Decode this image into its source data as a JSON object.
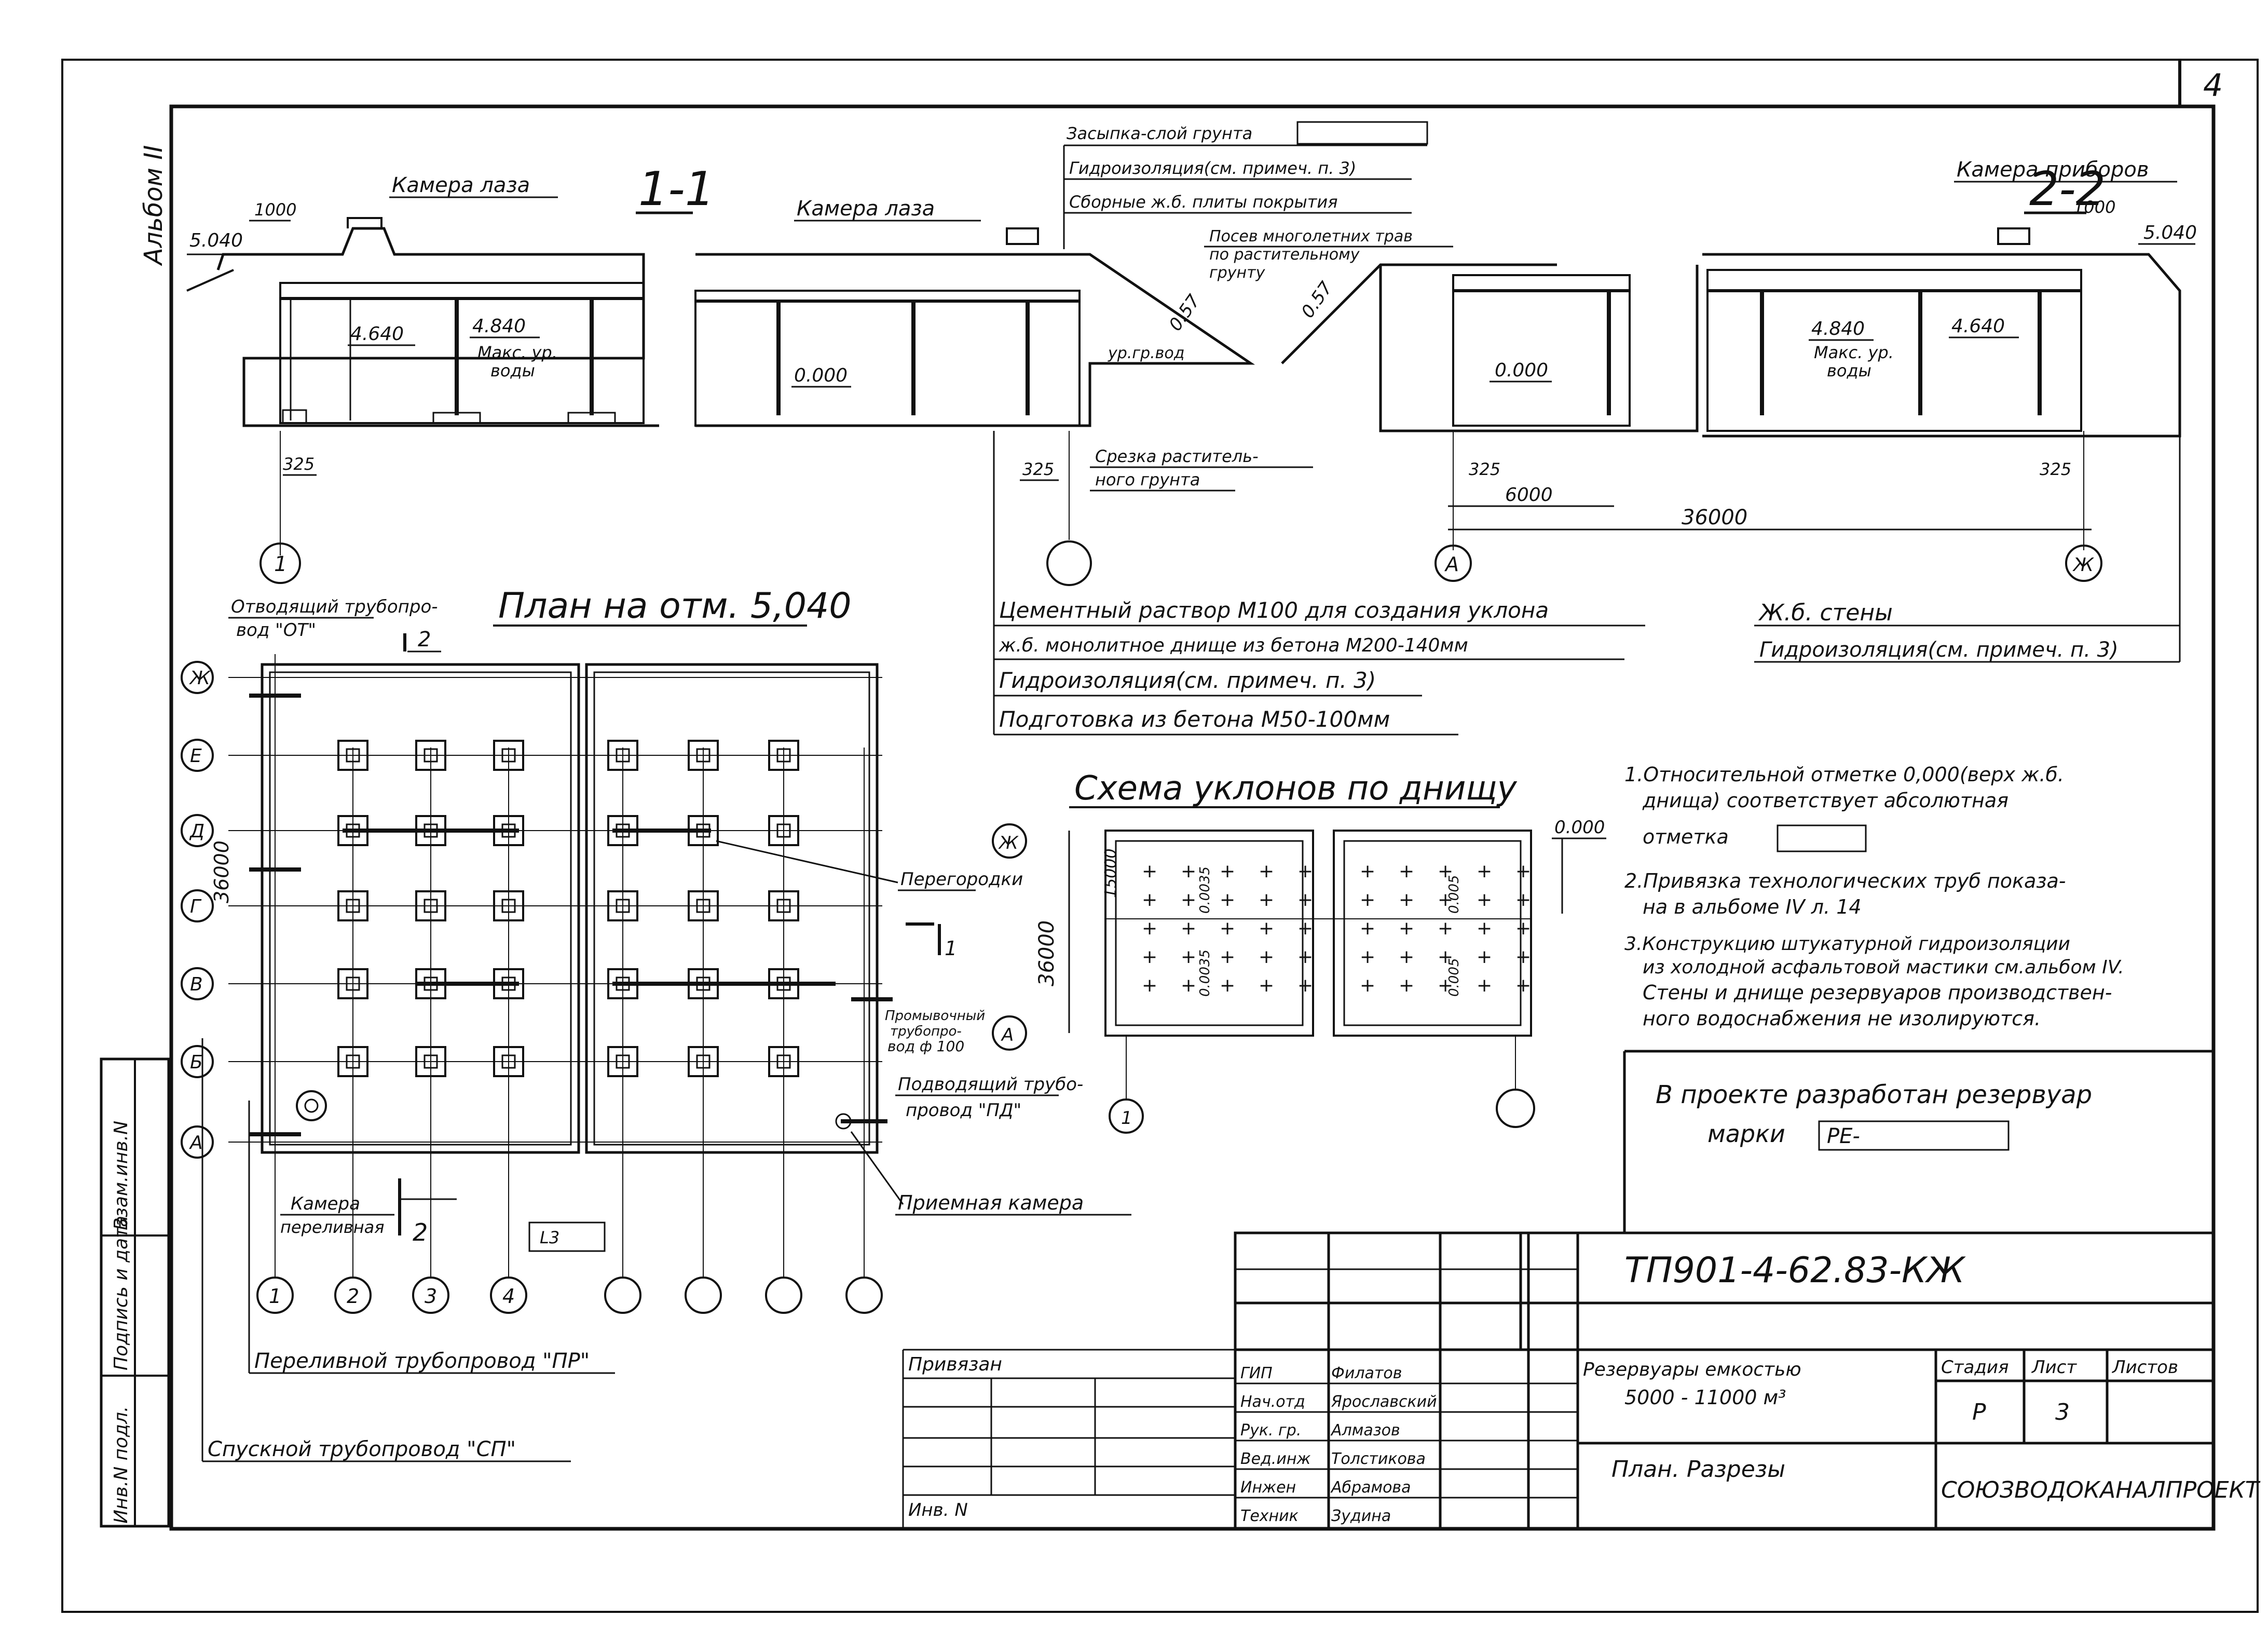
{
  "sheet_number": "4",
  "album_label": "Альбом II",
  "side_stamp": {
    "inv_podl": "Инв.N подл.",
    "sign_date": "Подпись и дата",
    "inv_vzam": "Взам.инв.N"
  },
  "section_1": {
    "title": "1-1",
    "camera_lyuk_1": "Камера лаза",
    "camera_lyuk_2": "Камера лаза",
    "dim_1000": "1000",
    "elev_5040": "5.040",
    "elev_4640": "4.640",
    "elev_4840": "4.840",
    "max_water_1": "Макс. ур.",
    "max_water_2": "воды",
    "elev_0000": "0.000",
    "ground_water": "ур.гр.вод",
    "slope": "0.57",
    "dim_325": "325",
    "dim_325b": "325",
    "axis_1": "1"
  },
  "layers_top": {
    "backfill": "Засыпка-слой грунта",
    "waterproof": "Гидроизоляция(см. примеч. п. 3)",
    "slabs": "Сборные ж.б. плиты покрытия",
    "grass_1": "Посев многолетних трав",
    "grass_2": "по растительному",
    "grass_3": "грунту",
    "slope2": "0.57",
    "cut_1": "Срезка раститель-",
    "cut_2": "ного грунта"
  },
  "section_2": {
    "title": "2-2",
    "camera_instr": "Камера приборов",
    "dim_1000": "1000",
    "elev_5040": "5.040",
    "elev_4840": "4.840",
    "elev_4640": "4.640",
    "max_water_1": "Макс. ур.",
    "max_water_2": "воды",
    "elev_0000": "0.000",
    "dim_325a": "325",
    "dim_325b": "325",
    "dim_6000": "6000",
    "dim_36000": "36000",
    "axis_a": "А",
    "axis_zh": "Ж"
  },
  "bottom_layers": [
    "Цементный раствор М100 для создания уклона",
    "ж.б. монолитное днище из бетона М200-140мм",
    "Гидроизоляция(см. примеч. п. 3)",
    "Подготовка из бетона М50-100мм"
  ],
  "wall_layers": [
    "Ж.б. стены",
    "Гидроизоляция(см. примеч. п. 3)"
  ],
  "plan": {
    "title": "План на отм. 5,040",
    "outlet_1": "Отводящий трубопро-",
    "outlet_2": "вод \"ОТ\"",
    "dim_36000": "36000",
    "rows": [
      "Ж",
      "Е",
      "Д",
      "Г",
      "В",
      "Б",
      "А"
    ],
    "cols": [
      "1",
      "2",
      "3",
      "4"
    ],
    "partitions": "Перегородки",
    "flush_1": "Промывочный",
    "flush_2": "трубопро-",
    "flush_3": "вод ф 100",
    "inlet_1": "Подводящий трубо-",
    "inlet_2": "провод \"ПД\"",
    "receive_chamber": "Приемная камера",
    "overflow_chamber_1": "Камера",
    "overflow_chamber_2": "переливная",
    "overflow_num": "2",
    "section_mark": "2",
    "l3": "L3",
    "overflow_pipe": "Переливной трубопровод \"ПР\"",
    "drain_pipe": "Спускной трубопровод \"СП\"",
    "cut_mark": "1"
  },
  "slope_scheme": {
    "title": "Схема уклонов по днищу",
    "dim_15000": "15000",
    "dim_36000": "36000",
    "elev_0000": "0.000",
    "s1": "0.0035",
    "s2": "0.0035",
    "s3": "0.005",
    "s4": "0.005",
    "axis_zh": "Ж",
    "axis_a": "А",
    "axis_1": "1"
  },
  "notes": [
    "1.Относительной отметке 0,000(верх ж.б. днища) соответствует абсолютная отметка",
    "2.Привязка технологических труб показана в альбоме IV л. 14",
    "3.Конструкцию штукатурной гидроизоляции из холодной асфальтовой мастики см.альбом IV. Стены и днище резервуаров производственного водоснабжения не изолируются."
  ],
  "reservoir_box": {
    "line1": "В проекте разработан резервуар",
    "line2": "марки",
    "mark": "РЕ-"
  },
  "title_block": {
    "code": "ТП901-4-62.83-КЖ",
    "privyazan": "Привязан",
    "inv": "Инв. N",
    "roles": [
      "ГИП",
      "Нач.отд",
      "Рук. гр.",
      "Вед.инж",
      "Инжен",
      "Техник"
    ],
    "names": [
      "Филатов",
      "Ярославский",
      "Алмазов",
      "Толстикова",
      "Абрамова",
      "Зудина"
    ],
    "object_1": "Резервуары емкостью",
    "object_2": "5000 - 11000 м³",
    "sheet_name": "План. Разрезы",
    "stage_h": "Стадия",
    "sheet_h": "Лист",
    "sheets_h": "Листов",
    "stage": "Р",
    "sheet": "3",
    "org": "СОЮЗВОДОКАНАЛПРОЕКТ"
  }
}
